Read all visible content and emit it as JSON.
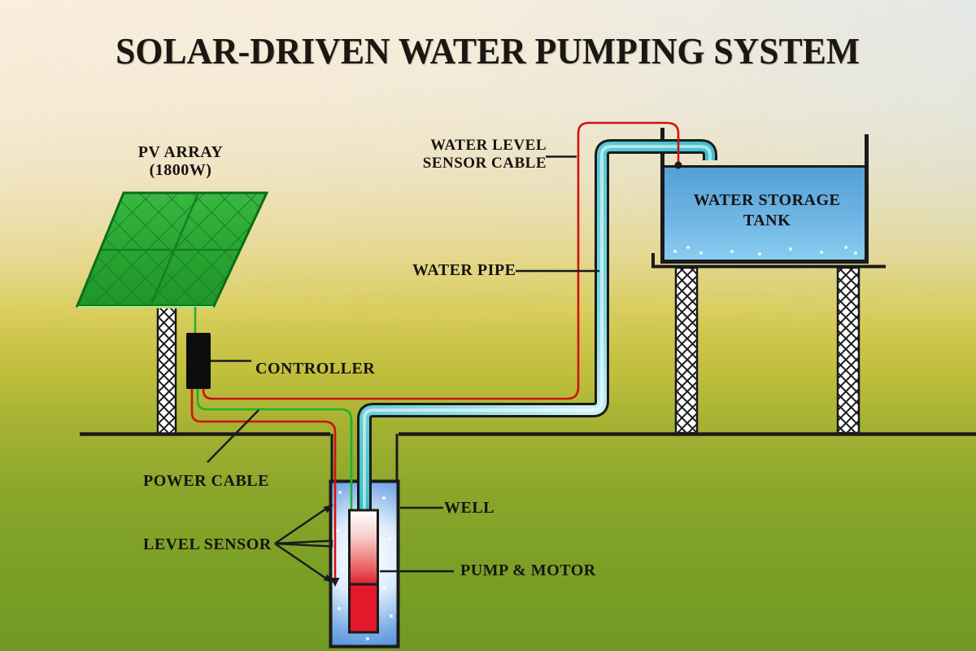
{
  "title": "SOLAR-DRIVEN WATER PUMPING SYSTEM",
  "labels": {
    "pv_array_line1": "PV ARRAY",
    "pv_array_line2": "(1800W)",
    "controller": "CONTROLLER",
    "water_level_sensor_cable_line1": "WATER LEVEL",
    "water_level_sensor_cable_line2": "SENSOR CABLE",
    "water_pipe": "WATER PIPE",
    "power_cable": "POWER CABLE",
    "level_sensor": "LEVEL SENSOR",
    "well": "WELL",
    "pump_motor": "PUMP & MOTOR",
    "tank_line1": "WATER STORAGE",
    "tank_line2": "TANK"
  },
  "colors": {
    "outline_black": "#1a1a1a",
    "cable_red": "#cf1310",
    "cable_green": "#1cb32b",
    "pipe_cyan": "#3fc1cc",
    "panel_green": "#2fae37",
    "well_water_blue": "#4a8fd6",
    "tank_water_blue": "#64aadd",
    "pump_red": "#e2182b",
    "controller_black": "#0d0d0d"
  }
}
